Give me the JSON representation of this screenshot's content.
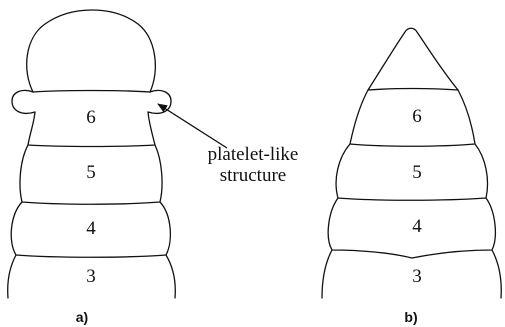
{
  "panels": [
    {
      "label": "a)",
      "segments": [
        "6",
        "5",
        "4",
        "3"
      ]
    },
    {
      "label": "b)",
      "segments": [
        "6",
        "5",
        "4",
        "3"
      ]
    }
  ],
  "annotation": {
    "line1": "platelet-like",
    "line2": "structure"
  },
  "colors": {
    "stroke": "#111111",
    "background": "#ffffff"
  }
}
